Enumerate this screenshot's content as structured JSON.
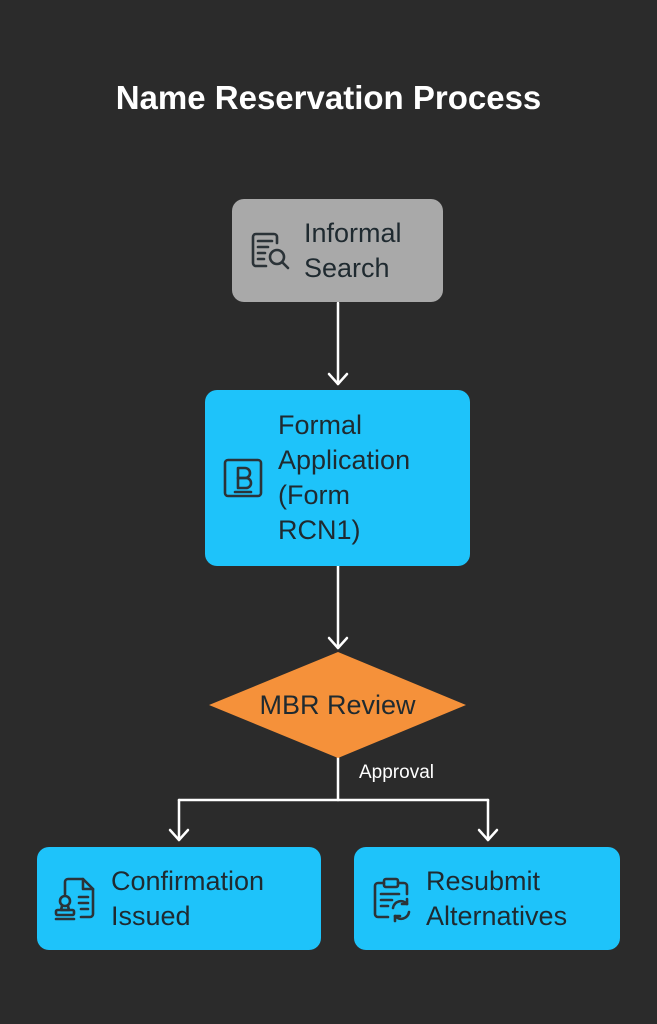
{
  "diagram": {
    "title": "Name Reservation Process",
    "nodes": {
      "informal_search": {
        "label_line1": "Informal",
        "label_line2": "Search",
        "icon": "document-search-icon",
        "color": "#a9a9a9"
      },
      "formal_application": {
        "label_line1": "Formal",
        "label_line2": "Application",
        "label_line3": "(Form",
        "label_line4": "RCN1)",
        "icon": "form-b-icon",
        "color": "#1ec3fa"
      },
      "mbr_review": {
        "label": "MBR Review",
        "shape": "diamond",
        "color": "#f5913a"
      },
      "confirmation_issued": {
        "label_line1": "Confirmation",
        "label_line2": "Issued",
        "icon": "certificate-stamp-icon",
        "color": "#1ec3fa"
      },
      "resubmit_alternatives": {
        "label_line1": "Resubmit",
        "label_line2": "Alternatives",
        "icon": "clipboard-refresh-icon",
        "color": "#1ec3fa"
      }
    },
    "edges": [
      {
        "from": "informal_search",
        "to": "formal_application",
        "label": ""
      },
      {
        "from": "formal_application",
        "to": "mbr_review",
        "label": ""
      },
      {
        "from": "mbr_review",
        "to": "confirmation_issued",
        "label": "Approval"
      },
      {
        "from": "mbr_review",
        "to": "resubmit_alternatives",
        "label": ""
      }
    ],
    "colors": {
      "background": "#2b2b2b",
      "connector": "#ffffff",
      "text": "#1f2a30"
    }
  }
}
